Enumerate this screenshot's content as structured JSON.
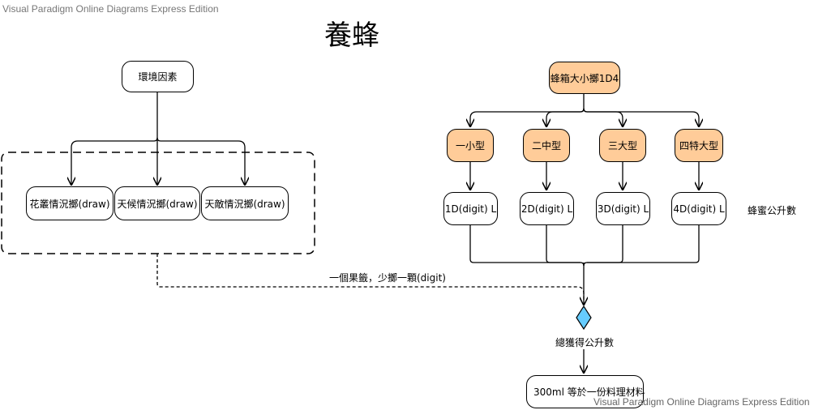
{
  "watermark_top": "Visual Paradigm Online Diagrams Express Edition",
  "watermark_bottom": "Visual Paradigm Online Diagrams Express Edition",
  "title": "養蜂",
  "left": {
    "root": "環境因素",
    "children": [
      "花叢情況擲(draw)",
      "天候情況擲(draw)",
      "天敵情況擲(draw)"
    ]
  },
  "right": {
    "root": "蜂箱大小擲1D4",
    "sizes": [
      "一小型",
      "二中型",
      "三大型",
      "四特大型"
    ],
    "outputs": [
      "1D(digit) L",
      "2D(digit) L",
      "3D(digit) L",
      "4D(digit) L"
    ],
    "outputs_label": "蜂蜜公升數"
  },
  "dashed_edge_label": "一個果籤，少擲一顆(digit)",
  "merge_label": "總獲得公升數",
  "final": "300ml 等於一份料理材料",
  "colors": {
    "orange": "#ffcc99",
    "diamond": "#66ccff"
  }
}
